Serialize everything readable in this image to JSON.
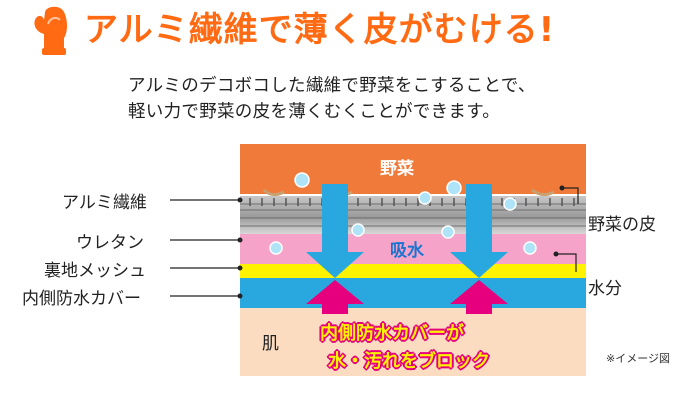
{
  "title": {
    "text": "アルミ繊維で薄く皮がむける!",
    "color": "#ff6a13",
    "icon": "mitten-icon"
  },
  "description": {
    "line1": "アルミのデコボコした繊維で野菜をこすることで、",
    "line2": "軽い力で野菜の皮を薄くむくことができます。"
  },
  "diagram": {
    "layers": {
      "vegetable": "野菜",
      "skin": "肌"
    },
    "absorb_label": "吸水",
    "block_text": {
      "line1": "内側防水カバーが",
      "line2": "水・汚れをブロック"
    },
    "colors": {
      "vegetable": "#f07a3a",
      "urethane": "#f5a3c9",
      "mesh": "#fff200",
      "cover": "#29a8e0",
      "skin": "#fbdcc0",
      "down_arrow": "#29a8e0",
      "up_arrow": "#e6007e"
    }
  },
  "left_labels": {
    "aluminum_fiber": "アルミ繊維",
    "urethane": "ウレタン",
    "backing_mesh": "裏地メッシュ",
    "inner_cover": "内側防水カバー"
  },
  "right_labels": {
    "vegetable_skin": "野菜の皮",
    "water": "水分"
  },
  "note": "※イメージ図"
}
